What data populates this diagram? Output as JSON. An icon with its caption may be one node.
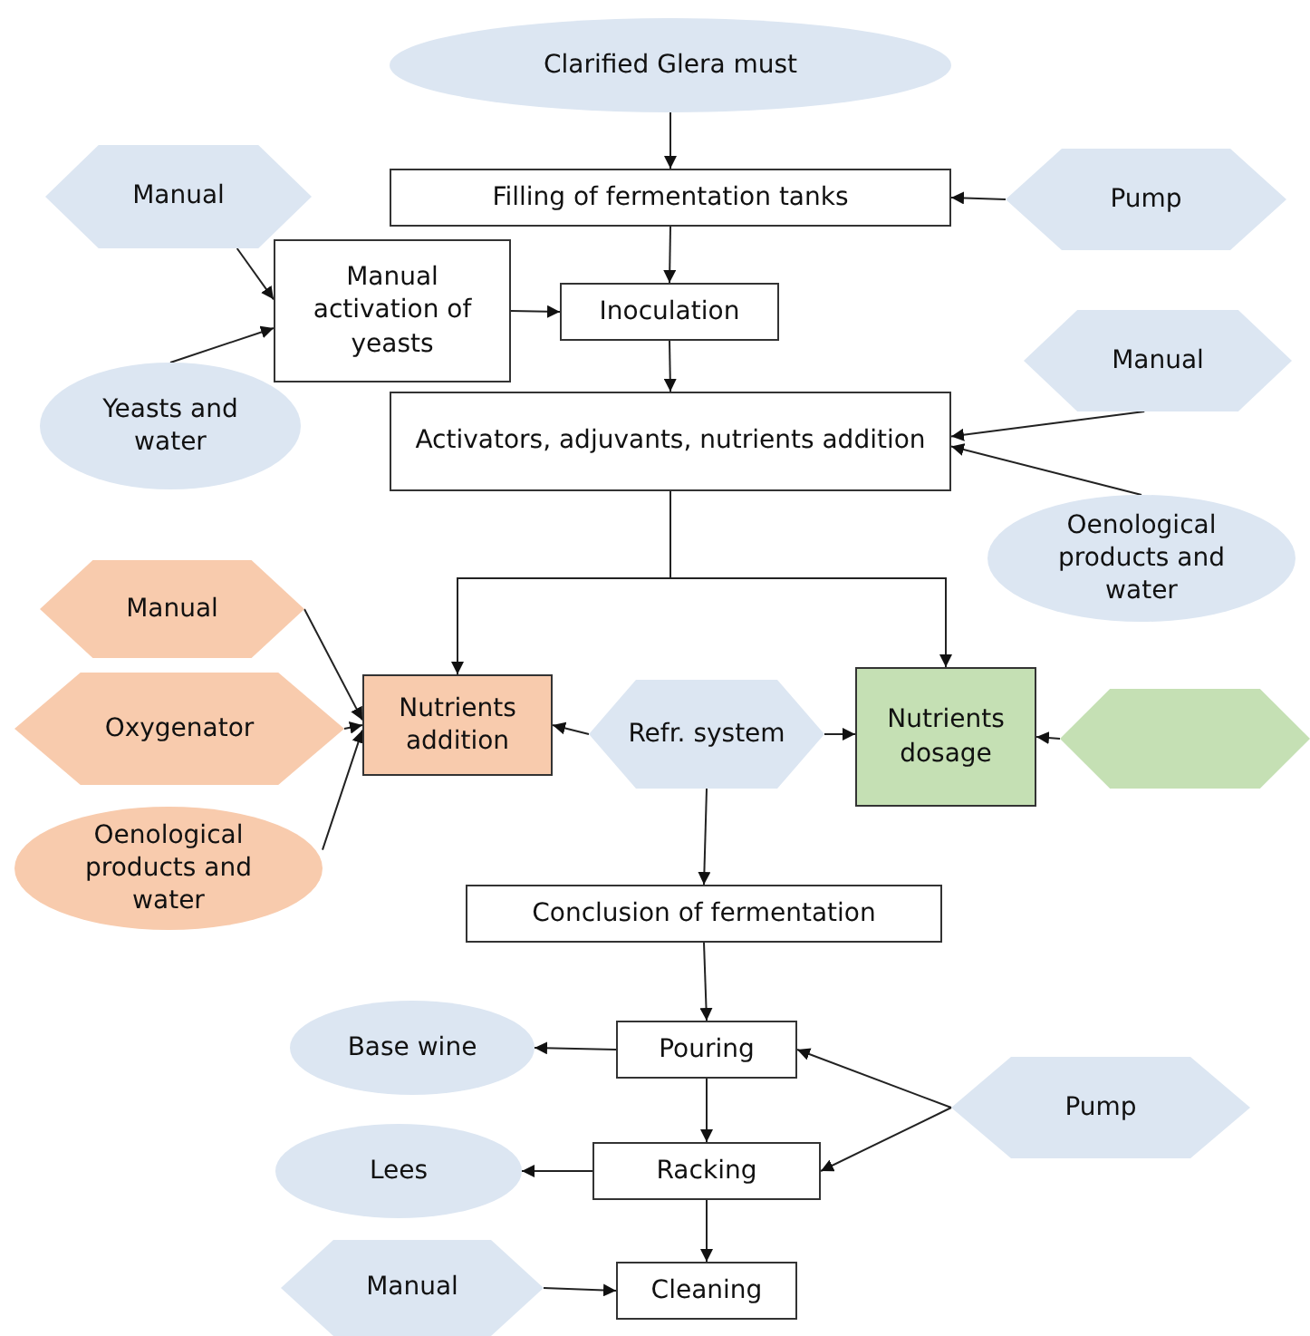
{
  "diagram": {
    "nodes": [
      {
        "text": [
          "Clarified Glera must"
        ]
      },
      {
        "text": [
          "Manual"
        ]
      },
      {
        "text": [
          "Filling of fermentation tanks"
        ]
      },
      {
        "text": [
          "Pump"
        ]
      },
      {
        "text": [
          "Manual activation of yeasts"
        ]
      },
      {
        "text": [
          "Inoculation"
        ]
      },
      {
        "text": [
          "Yeasts and water"
        ]
      },
      {
        "text": [
          "Manual"
        ]
      },
      {
        "text": [
          "Activators, adjuvants, nutrients addition"
        ]
      },
      {
        "text": [
          "Oenological products and water"
        ]
      },
      {
        "text": [
          "Manual"
        ]
      },
      {
        "text": [
          "Nutrients addition"
        ]
      },
      {
        "text": [
          "Oxygenator"
        ]
      },
      {
        "text": [
          "Refr. system"
        ]
      },
      {
        "text": [
          "Nutrients dosage"
        ]
      },
      {
        "text": [],
        "shape": "hexagon"
      },
      {
        "text": [
          "Oenological products and water"
        ]
      },
      {
        "text": [
          "Conclusion of fermentation"
        ]
      },
      {
        "text": [
          "Base wine"
        ]
      },
      {
        "text": [
          "Pouring"
        ]
      },
      {
        "text": [
          "Pump"
        ]
      },
      {
        "text": [
          "Lees"
        ]
      },
      {
        "text": [
          "Racking"
        ]
      },
      {
        "text": [
          "Manual"
        ]
      },
      {
        "text": [
          "Cleaning"
        ]
      }
    ],
    "edges": [
      {
        "from": 0,
        "to": 2,
        "arrow": "to"
      },
      {
        "from": 3,
        "to": 2,
        "arrow": "to"
      },
      {
        "from": 2,
        "to": 5,
        "arrow": "to"
      },
      {
        "from": 1,
        "to": 4,
        "arrow": "to"
      },
      {
        "from": 6,
        "to": 4,
        "arrow": "to"
      },
      {
        "from": 4,
        "to": 5,
        "arrow": "to"
      },
      {
        "from": 5,
        "to": 8,
        "arrow": "to"
      },
      {
        "from": 7,
        "to": 8,
        "arrow": "to"
      },
      {
        "from": 9,
        "to": 8,
        "arrow": "to"
      },
      {
        "from": 8,
        "to": 11,
        "arrow": "to"
      },
      {
        "from": 8,
        "to": 14,
        "arrow": "to"
      },
      {
        "from": 10,
        "to": 11,
        "arrow": "to"
      },
      {
        "from": 12,
        "to": 11,
        "arrow": "to"
      },
      {
        "from": 16,
        "to": 11,
        "arrow": "to"
      },
      {
        "from": 13,
        "to": 11,
        "arrow": "to"
      },
      {
        "from": 13,
        "to": 14,
        "arrow": "to"
      },
      {
        "from": 15,
        "to": 14,
        "arrow": "to"
      },
      {
        "from": 13,
        "to": 17,
        "arrow": "to"
      },
      {
        "from": 17,
        "to": 19,
        "arrow": "to"
      },
      {
        "from": 19,
        "to": 18,
        "arrow": "to"
      },
      {
        "from": 19,
        "to": 22,
        "arrow": "to"
      },
      {
        "from": 20,
        "to": 19,
        "arrow": "to"
      },
      {
        "from": 20,
        "to": 22,
        "arrow": "to"
      },
      {
        "from": 22,
        "to": 21,
        "arrow": "to"
      },
      {
        "from": 22,
        "to": 24,
        "arrow": "to"
      },
      {
        "from": 23,
        "to": 24,
        "arrow": "to"
      }
    ]
  }
}
